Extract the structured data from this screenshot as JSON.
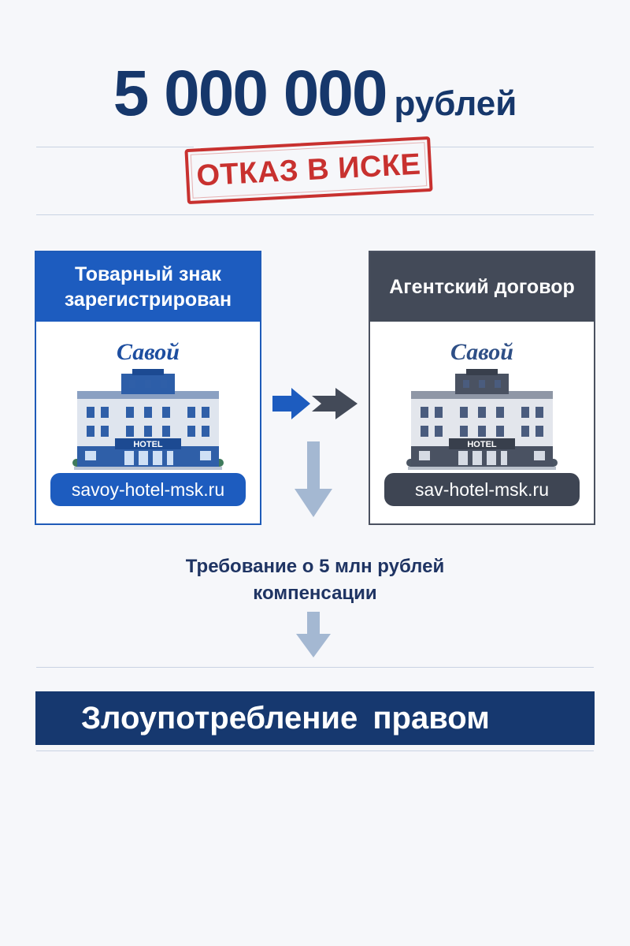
{
  "headline": {
    "amount": "5 000 000",
    "unit": "рублей"
  },
  "stamp": {
    "text": "ОТКАЗ В ИСКЕ",
    "color": "#c8312f"
  },
  "cards": [
    {
      "title": "Товарный знак зарегистрирован",
      "brand": "Савой",
      "sign": "HOTEL",
      "domain": "savoy-hotel-msk.ru",
      "accent": "#1d5cbf"
    },
    {
      "title": "Агентский договор",
      "brand": "Савой",
      "sign": "HOTEL",
      "domain": "sav-hotel-msk.ru",
      "accent": "#434a58"
    }
  ],
  "claim": {
    "line1": "Требование о 5 млн рублей",
    "line2": "компенсации"
  },
  "banner": {
    "text": "Злоупотребление правом",
    "color": "#16386f"
  }
}
